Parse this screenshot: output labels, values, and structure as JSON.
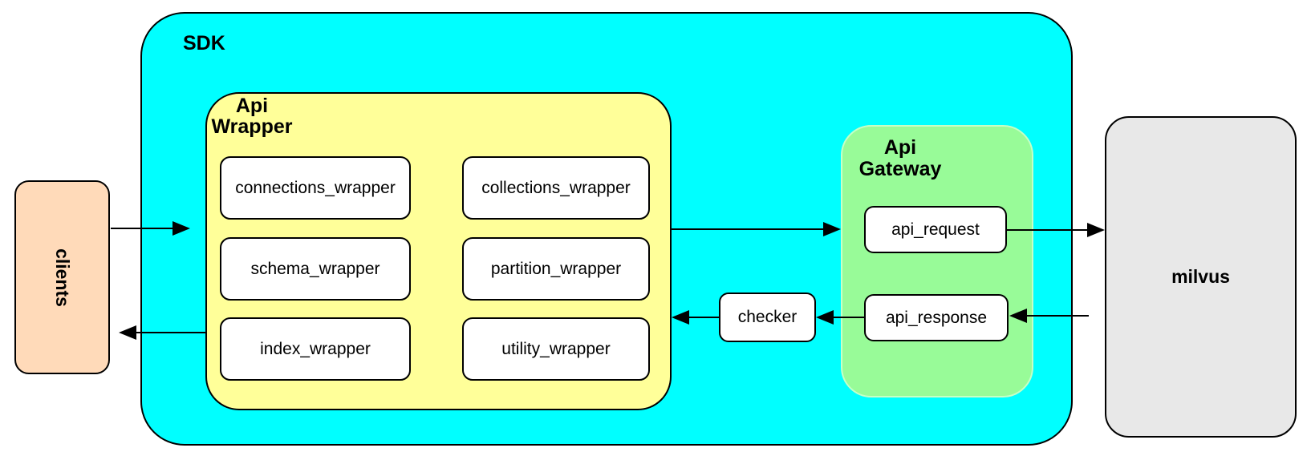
{
  "diagram": {
    "clients": {
      "label": "clients"
    },
    "sdk": {
      "label": "SDK"
    },
    "api_wrapper": {
      "label": "Api\nWrapper",
      "modules": [
        "connections_wrapper",
        "collections_wrapper",
        "schema_wrapper",
        "partition_wrapper",
        "index_wrapper",
        "utility_wrapper"
      ]
    },
    "checker": {
      "label": "checker"
    },
    "api_gateway": {
      "label": "Api\nGateway",
      "nodes": [
        "api_request",
        "api_response"
      ]
    },
    "milvus": {
      "label": "milvus"
    },
    "connections": [
      {
        "from": "clients",
        "to": "api_wrapper"
      },
      {
        "from": "api_wrapper",
        "to": "clients"
      },
      {
        "from": "api_wrapper",
        "to": "api_gateway"
      },
      {
        "from": "api_request",
        "to": "milvus"
      },
      {
        "from": "milvus",
        "to": "api_response"
      },
      {
        "from": "api_response",
        "to": "checker"
      },
      {
        "from": "checker",
        "to": "api_wrapper"
      }
    ],
    "colors": {
      "sdk_fill": "#00ffff",
      "api_wrapper_fill": "#ffff99",
      "api_gateway_fill": "#98fb98",
      "clients_fill": "#ffdab9",
      "milvus_fill": "#e8e8e8",
      "node_fill": "#ffffff",
      "line": "#000000"
    }
  }
}
